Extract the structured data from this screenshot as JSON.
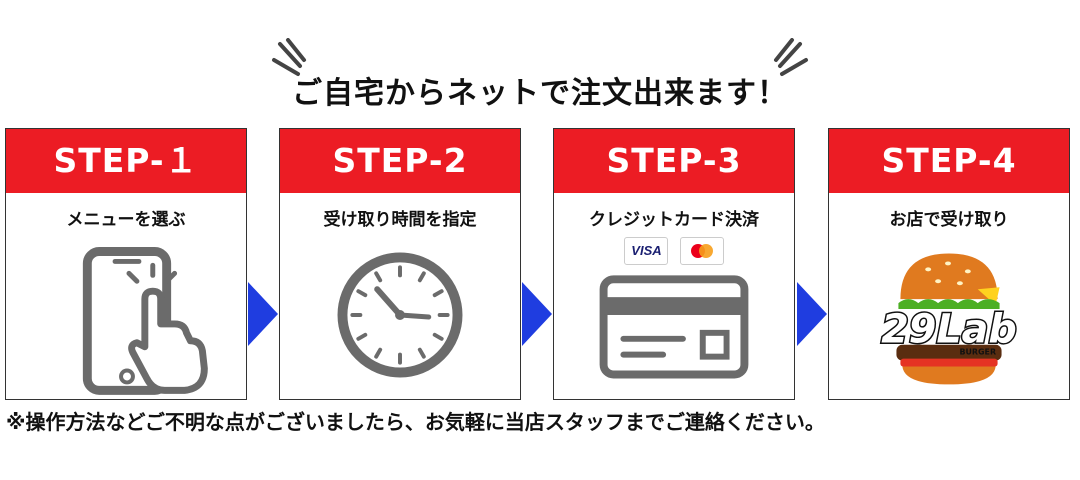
{
  "headline": "ご自宅からネットで注文出来ます！",
  "steps": [
    {
      "label": "STEP-１",
      "desc": "メニューを選ぶ",
      "icon": "smartphone-tap-icon"
    },
    {
      "label": "STEP-2",
      "desc": "受け取り時間を指定",
      "icon": "clock-icon"
    },
    {
      "label": "STEP-3",
      "desc": "クレジットカード決済",
      "icon": "credit-card-icon",
      "payments": [
        "VISA",
        "mastercard-icon"
      ]
    },
    {
      "label": "STEP-4",
      "desc": "お店で受け取り",
      "icon": "burger-logo-icon",
      "logo": {
        "name": "29Lab",
        "sub": "BURGER"
      }
    }
  ],
  "footer": "※操作方法などご不明な点がございましたら、お気軽に当店スタッフまでご連絡ください。",
  "colors": {
    "header_red": "#ec1c24",
    "arrow_blue": "#1f3de0",
    "icon_gray": "#6b6b6b"
  }
}
